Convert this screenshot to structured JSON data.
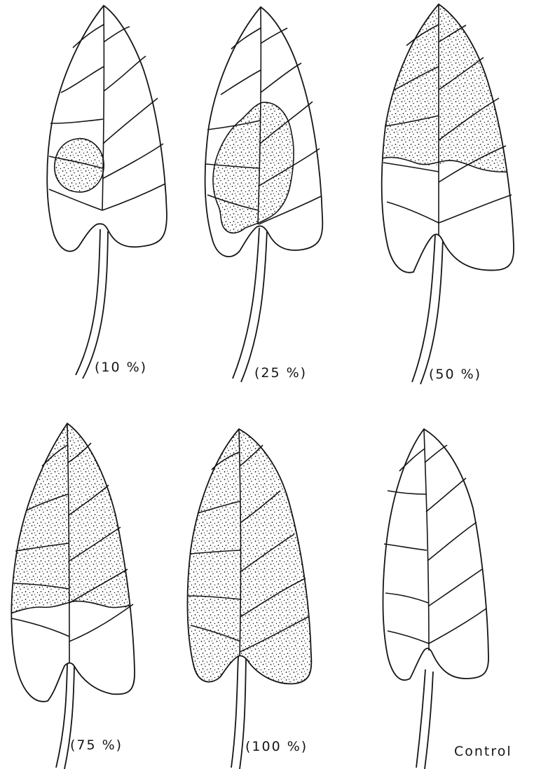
{
  "panels": [
    {
      "id": "p10",
      "label": "(10 %)",
      "severity_percent": 10
    },
    {
      "id": "p25",
      "label": "(25 %)",
      "severity_percent": 25
    },
    {
      "id": "p50",
      "label": "(50 %)",
      "severity_percent": 50
    },
    {
      "id": "p75",
      "label": "(75 %)",
      "severity_percent": 75
    },
    {
      "id": "p100",
      "label": "(100 %)",
      "severity_percent": 100
    },
    {
      "id": "control",
      "label": "Control",
      "severity_percent": 0
    }
  ],
  "colors": {
    "ink": "#151515",
    "paper": "#ffffff"
  }
}
